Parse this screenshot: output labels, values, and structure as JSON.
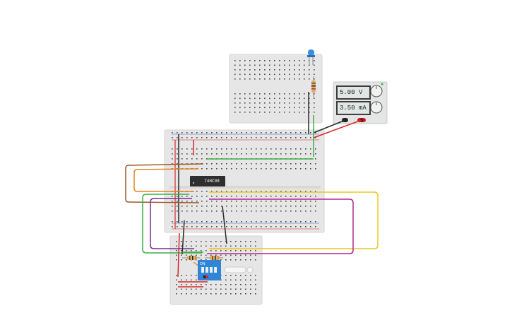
{
  "canvas": {
    "background": "#ffffff",
    "breadboard_color": "#e6e6e6",
    "hole_color": "#4a4a4a",
    "rail_red": "#d62828",
    "rail_blue": "#3a5ec8"
  },
  "power_supply": {
    "voltage_readout": "5.00 V",
    "current_readout": "3.50 mA",
    "body_color": "#e4e6e6",
    "positive_terminal_color": "#c81e1e",
    "negative_terminal_color": "#222222"
  },
  "chip": {
    "label": "74HC08",
    "body_color": "#2e2e2e"
  },
  "dip_switch": {
    "label": "ON",
    "body_color": "#2f86d6"
  },
  "led": {
    "color": "#3a8fe0"
  },
  "wire_colors": {
    "red": "#d62828",
    "black": "#2a2a2a",
    "green": "#3cb043",
    "yellow": "#e8c81e",
    "magenta": "#b0288c",
    "purple": "#7a2a9a",
    "orange": "#e8821e",
    "brown": "#9a5a2a"
  }
}
